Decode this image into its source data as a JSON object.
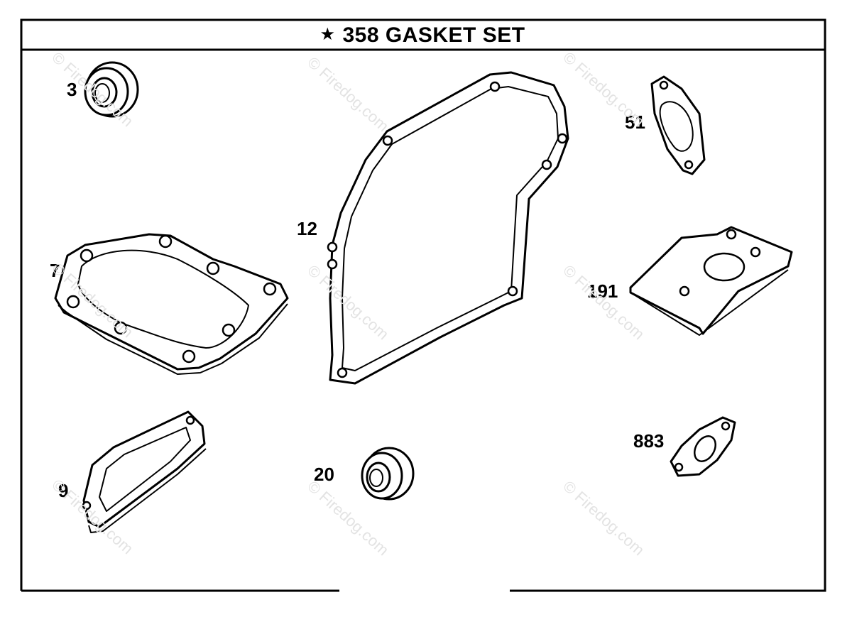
{
  "diagram": {
    "title": "358 GASKET SET",
    "title_marker": "★",
    "callouts": {
      "seal_top": "3",
      "cylinder_head_gasket": "7",
      "breather_gasket": "9",
      "crankcase_gasket": "12",
      "seal_bottom": "20",
      "intake_gasket": "51",
      "carb_mount_gasket": "191",
      "small_flange_gasket": "883"
    },
    "watermark": "© Firedog.com"
  }
}
